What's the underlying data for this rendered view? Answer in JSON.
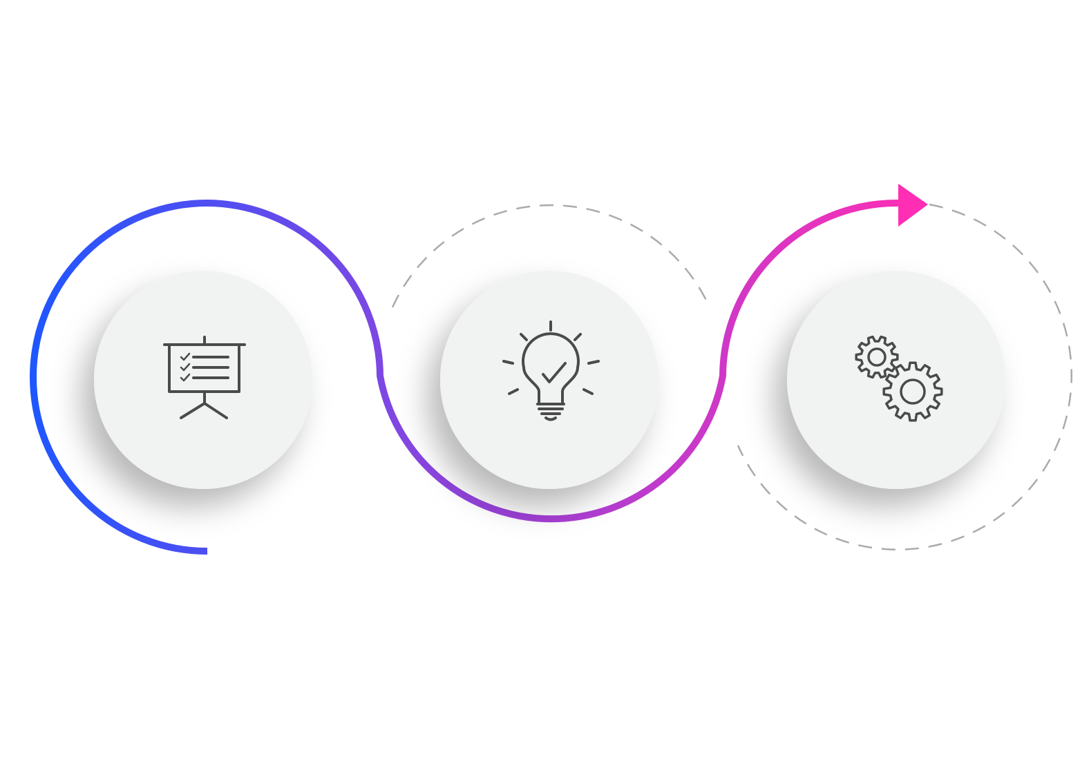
{
  "diagram": {
    "type": "process-flow",
    "direction": "left-to-right",
    "steps": [
      {
        "id": "plan",
        "icon": "presentation-board-checklist-icon"
      },
      {
        "id": "idea",
        "icon": "lightbulb-check-icon"
      },
      {
        "id": "execute",
        "icon": "gears-icon"
      }
    ],
    "colors": {
      "gradient_start": "#1E56FF",
      "gradient_mid": "#8B45E0",
      "gradient_end": "#FF2EB4",
      "dashed_circle": "#AAAAAA",
      "node_fill": "#F1F2F2",
      "icon_stroke": "#4A4A4A",
      "background": "#FFFFFF"
    }
  }
}
